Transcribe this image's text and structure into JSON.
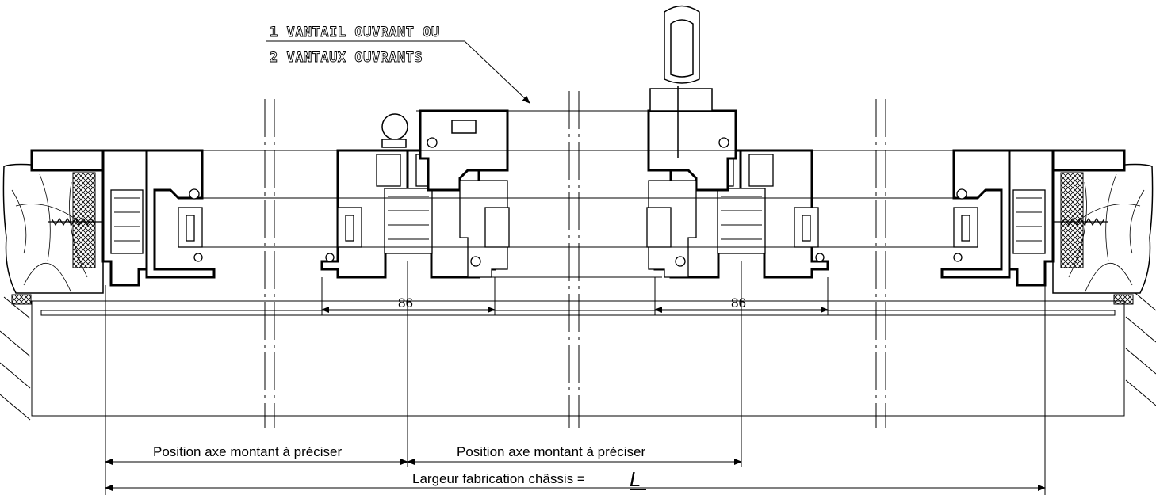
{
  "callout": {
    "line1": "1 VANTAIL OUVRANT OU",
    "line2": "2 VANTAUX OUVRANTS"
  },
  "dimensions": {
    "left_86": "86",
    "right_86": "86",
    "position_left": "Position axe montant à préciser",
    "position_right": "Position axe montant à préciser",
    "overall_label": "Largeur fabrication châssis = ",
    "overall_symbol": "L"
  }
}
